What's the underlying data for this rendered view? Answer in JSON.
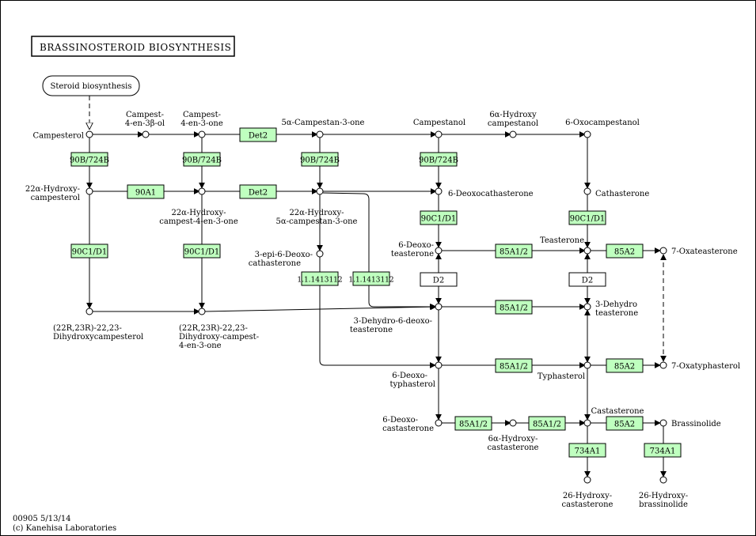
{
  "title": "BRASSINOSTEROID BIOSYNTHESIS",
  "footer": {
    "map_id": "00905 5/13/14",
    "copyright": "(c) Kanehisa Laboratories"
  },
  "colors": {
    "enzyme_fill": "#bfffbf",
    "plain_fill": "#ffffff",
    "line": "#000000"
  },
  "pathway_link": "Steroid biosynthesis",
  "compounds": [
    {
      "id": "campesterol",
      "label": [
        "Campesterol"
      ]
    },
    {
      "id": "campest-4-en-3b-ol",
      "label": [
        "Campest-",
        "4-en-3β-ol"
      ]
    },
    {
      "id": "campest-4-en-3-one",
      "label": [
        "Campest-",
        "4-en-3-one"
      ]
    },
    {
      "id": "5a-campestan-3-one",
      "label": [
        "5α-Campestan-3-one"
      ]
    },
    {
      "id": "campestanol",
      "label": [
        "Campestanol"
      ]
    },
    {
      "id": "6a-hydroxycampestanol",
      "label": [
        "6α-Hydroxy",
        "campestanol"
      ]
    },
    {
      "id": "6-oxocampestanol",
      "label": [
        "6-Oxocampestanol"
      ]
    },
    {
      "id": "22a-hydroxycampesterol",
      "label": [
        "22α-Hydroxy-",
        "campesterol"
      ]
    },
    {
      "id": "22a-hydroxy-campest-4-en-3-one",
      "label": [
        "22α-Hydroxy-",
        "campest-4-en-3-one"
      ]
    },
    {
      "id": "22a-hydroxy-5a-campestan-3-one",
      "label": [
        "22α-Hydroxy-",
        "5α-campestan-3-one"
      ]
    },
    {
      "id": "6-deoxocathasterone",
      "label": [
        "6-Deoxocathasterone"
      ]
    },
    {
      "id": "cathasterone",
      "label": [
        "Cathasterone"
      ]
    },
    {
      "id": "3-epi-6-deoxocathasterone",
      "label": [
        "3-epi-6-Deoxo-",
        "cathasterone"
      ]
    },
    {
      "id": "6-deoxoteasterone",
      "label": [
        "6-Deoxo-",
        "teasterone"
      ]
    },
    {
      "id": "teasterone",
      "label": [
        "Teasterone"
      ]
    },
    {
      "id": "7-oxateasterone",
      "label": [
        "7-Oxateasterone"
      ]
    },
    {
      "id": "22r23r-dihydroxycampesterol",
      "label": [
        "(22R,23R)-22,23-",
        "Dihydroxycampesterol"
      ]
    },
    {
      "id": "22r23r-dihydroxy-campest-4-en-3-one",
      "label": [
        "(22R,23R)-22,23-",
        "Dihydroxy-campest-",
        "4-en-3-one"
      ]
    },
    {
      "id": "3-dehydro-6-deoxoteasterone",
      "label": [
        "3-Dehydro-6-deoxo-",
        "teasterone"
      ]
    },
    {
      "id": "3-dehydroteasterone",
      "label": [
        "3-Dehydro",
        "teasterone"
      ]
    },
    {
      "id": "6-deoxotyphasterol",
      "label": [
        "6-Deoxo-",
        "typhasterol"
      ]
    },
    {
      "id": "typhasterol",
      "label": [
        "Typhasterol"
      ]
    },
    {
      "id": "7-oxatyphasterol",
      "label": [
        "7-Oxatyphasterol"
      ]
    },
    {
      "id": "6-deoxocastasterone",
      "label": [
        "6-Deoxo-",
        "castasterone"
      ]
    },
    {
      "id": "6a-hydroxycastasterone",
      "label": [
        "6α-Hydroxy-",
        "castasterone"
      ]
    },
    {
      "id": "castasterone",
      "label": [
        "Castasterone"
      ]
    },
    {
      "id": "brassinolide",
      "label": [
        "Brassinolide"
      ]
    },
    {
      "id": "26-hydroxycastasterone",
      "label": [
        "26-Hydroxy-",
        "castasterone"
      ]
    },
    {
      "id": "26-hydroxybrassinolide",
      "label": [
        "26-Hydroxy-",
        "brassinolide"
      ]
    }
  ],
  "enzymes": [
    {
      "id": "e1",
      "label": "Det2",
      "highlighted": true
    },
    {
      "id": "e2",
      "label": "Det2",
      "highlighted": true
    },
    {
      "id": "e3",
      "label": "90B/724B",
      "highlighted": true
    },
    {
      "id": "e4",
      "label": "90B/724B",
      "highlighted": true
    },
    {
      "id": "e5",
      "label": "90B/724B",
      "highlighted": true
    },
    {
      "id": "e6",
      "label": "90B/724B",
      "highlighted": true
    },
    {
      "id": "e7",
      "label": "90A1",
      "highlighted": true
    },
    {
      "id": "e8",
      "label": "90C1/D1",
      "highlighted": true
    },
    {
      "id": "e9",
      "label": "90C1/D1",
      "highlighted": true
    },
    {
      "id": "e10",
      "label": "90C1/D1",
      "highlighted": true
    },
    {
      "id": "e11",
      "label": "90C1/D1",
      "highlighted": true
    },
    {
      "id": "e12",
      "label": "1.1.1413112",
      "highlighted": true
    },
    {
      "id": "e13",
      "label": "1.1.1413112",
      "highlighted": true
    },
    {
      "id": "e14",
      "label": "85A1/2",
      "highlighted": true
    },
    {
      "id": "e15",
      "label": "85A1/2",
      "highlighted": true
    },
    {
      "id": "e16",
      "label": "85A1/2",
      "highlighted": true
    },
    {
      "id": "e17",
      "label": "85A1/2",
      "highlighted": true
    },
    {
      "id": "e18",
      "label": "85A1/2",
      "highlighted": true
    },
    {
      "id": "e19",
      "label": "85A2",
      "highlighted": true
    },
    {
      "id": "e20",
      "label": "85A2",
      "highlighted": true
    },
    {
      "id": "e21",
      "label": "85A2",
      "highlighted": true
    },
    {
      "id": "e22",
      "label": "D2",
      "highlighted": false
    },
    {
      "id": "e23",
      "label": "D2",
      "highlighted": false
    },
    {
      "id": "e24",
      "label": "734A1",
      "highlighted": true
    },
    {
      "id": "e25",
      "label": "734A1",
      "highlighted": true
    }
  ]
}
